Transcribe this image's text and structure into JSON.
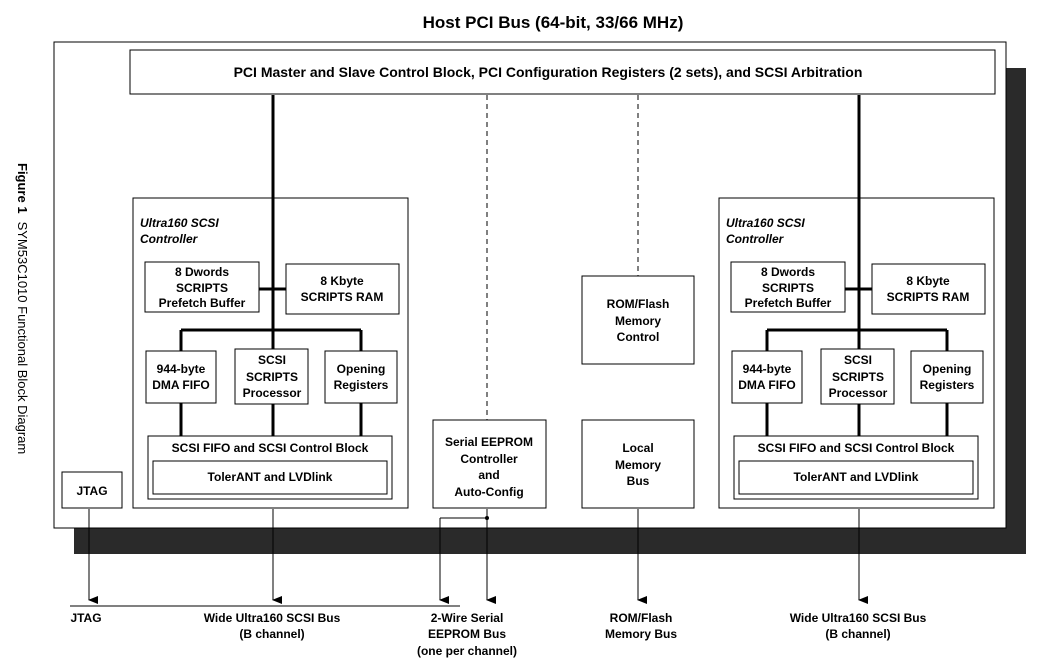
{
  "diagram": {
    "caption_label": "Figure 1",
    "caption_text": "SYM53C1010 Functional Block Diagram",
    "host_bus": "Host PCI Bus (64-bit, 33/66 MHz)",
    "pci_block": "PCI Master and Slave Control Block, PCI Configuration Registers (2 sets), and SCSI Arbitration",
    "controller_title_line1": "Ultra160 SCSI",
    "controller_title_line2": "Controller",
    "prefetch_line1": "8 Dwords",
    "prefetch_line2": "SCRIPTS",
    "prefetch_line3": "Prefetch Buffer",
    "ram_line1": "8 Kbyte",
    "ram_line2": "SCRIPTS RAM",
    "dma_line1": "944-byte",
    "dma_line2": "DMA FIFO",
    "proc_line1": "SCSI",
    "proc_line2": "SCRIPTS",
    "proc_line3": "Processor",
    "opening_line1": "Opening",
    "opening_line2": "Registers",
    "fifo_block": "SCSI FIFO and SCSI Control Block",
    "tolerant": "TolerANT and LVDlink",
    "rom_line1": "ROM/Flash",
    "rom_line2": "Memory",
    "rom_line3": "Control",
    "local_line1": "Local",
    "local_line2": "Memory",
    "local_line3": "Bus",
    "eeprom_line1": "Serial EEPROM",
    "eeprom_line2": "Controller",
    "eeprom_line3": "and",
    "eeprom_line4": "Auto-Config",
    "jtag_box": "JTAG",
    "bottom_jtag": "JTAG",
    "bottom_scsi_b_line1": "Wide Ultra160 SCSI Bus",
    "bottom_scsi_b_line2": "(B channel)",
    "bottom_eeprom_line1": "2-Wire Serial",
    "bottom_eeprom_line2": "EEPROM Bus",
    "bottom_eeprom_line3": "(one per channel)",
    "bottom_rom_line1": "ROM/Flash",
    "bottom_rom_line2": "Memory Bus",
    "bottom_scsi_right_line1": "Wide Ultra160 SCSI Bus",
    "bottom_scsi_right_line2": "(B channel)"
  }
}
